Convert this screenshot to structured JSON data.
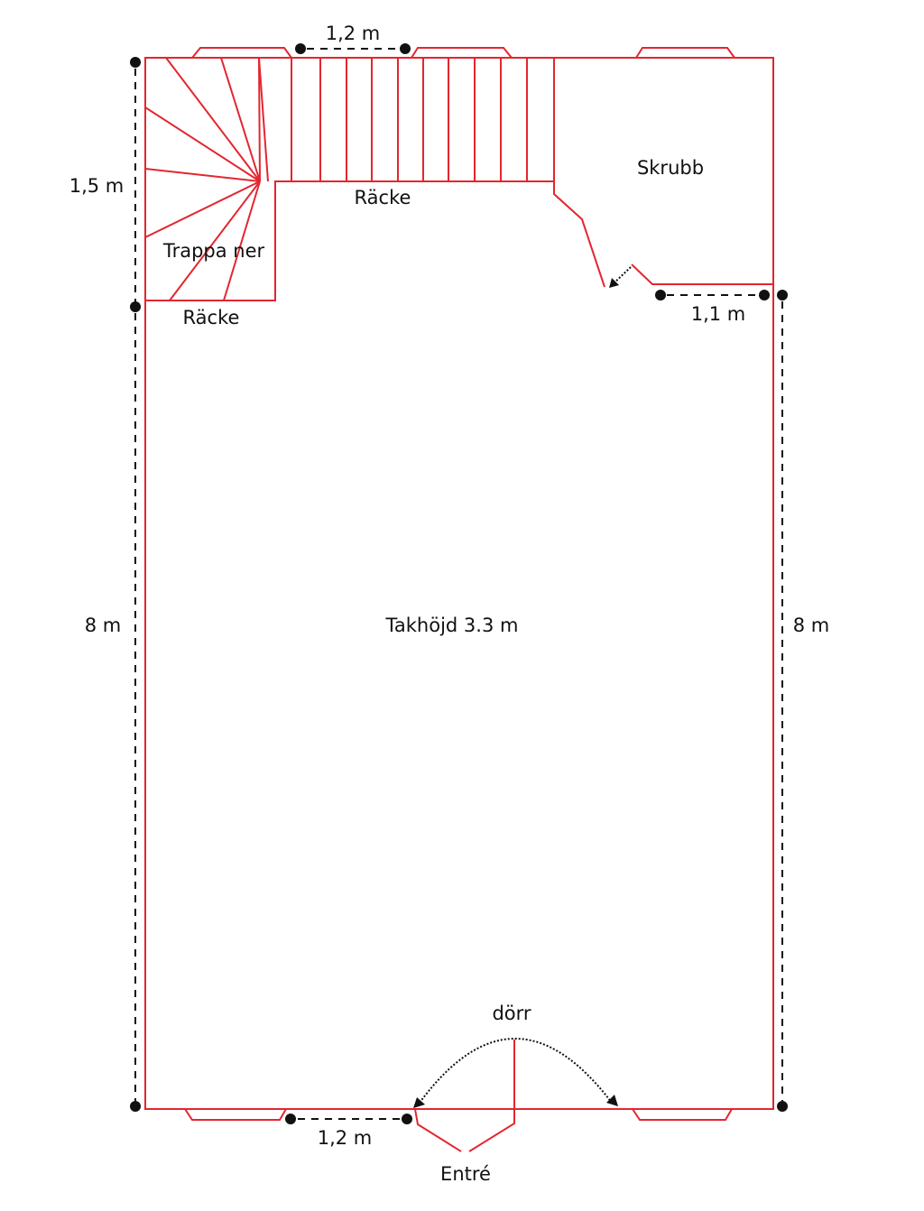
{
  "labels": {
    "top_width": "1,2 m",
    "stair_height": "1,5 m",
    "railing_top": "Räcke",
    "railing_left": "Räcke",
    "stairs_down": "Trappa ner",
    "closet": "Skrubb",
    "closet_width": "1,1 m",
    "ceiling_height": "Takhöjd 3.3 m",
    "left_length": "8 m",
    "right_length": "8 m",
    "door": "dörr",
    "bottom_width": "1,2 m",
    "entrance": "Entré"
  },
  "colors": {
    "wall": "#e3262f",
    "dimension": "#111111"
  }
}
